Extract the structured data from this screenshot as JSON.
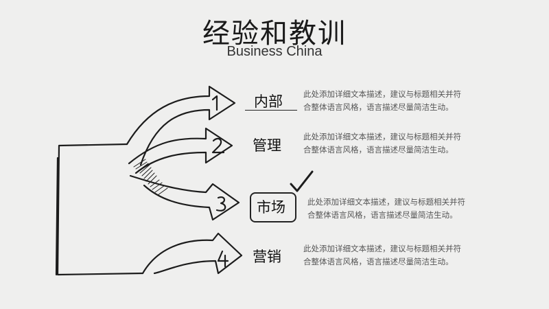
{
  "header": {
    "title": "经验和教训",
    "subtitle": "Business China"
  },
  "items": [
    {
      "num": "1",
      "label": "内部",
      "text1": "此处添加详细文本描述，建议与标题相关并符",
      "text2": "合整体语言风格，语言描述尽量简洁生动。"
    },
    {
      "num": "2",
      "label": "管理",
      "text1": "此处添加详细文本描述，建议与标题相关并符",
      "text2": "合整体语言风格，语言描述尽量简洁生动。"
    },
    {
      "num": "3",
      "label": "市场",
      "text1": "此处添加详细文本描述，建议与标题相关并符",
      "text2": "合整体语言风格，语言描述尽量简洁生动。"
    },
    {
      "num": "4",
      "label": "营销",
      "text1": "此处添加详细文本描述，建议与标题相关并符",
      "text2": "合整体语言风格，语言描述尽量简洁生动。"
    }
  ],
  "icons": {
    "check": "checkmark-icon"
  }
}
